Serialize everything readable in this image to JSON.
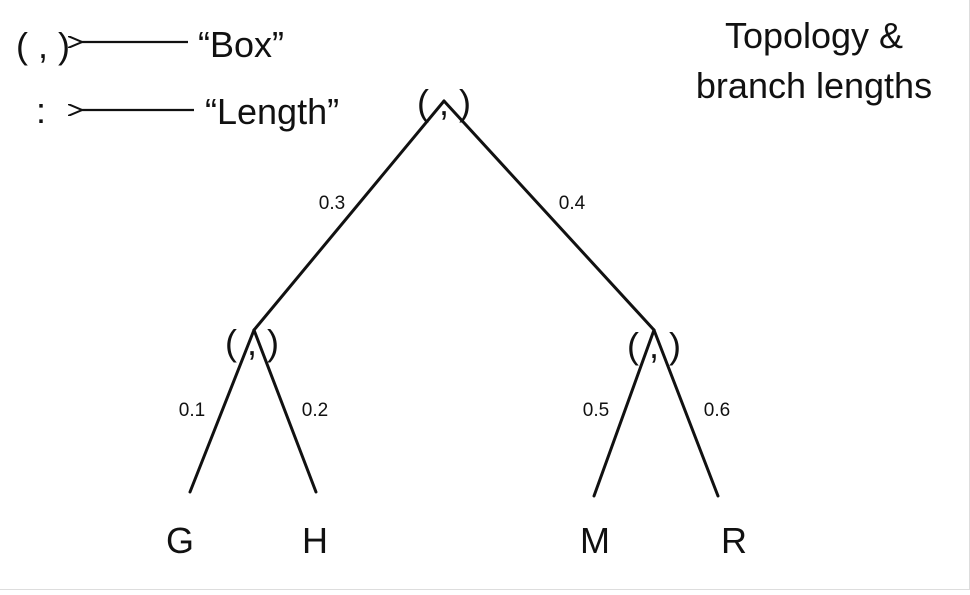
{
  "legend": {
    "items": [
      {
        "symbol": "( , )",
        "meaning": "“Box”"
      },
      {
        "symbol": ":",
        "meaning": "“Length”"
      }
    ]
  },
  "title": {
    "line1": "Topology &",
    "line2": "branch lengths"
  },
  "tree": {
    "node_symbol": "( , )",
    "branches": [
      {
        "id": "root-left",
        "label": "0.3"
      },
      {
        "id": "root-right",
        "label": "0.4"
      },
      {
        "id": "left-g",
        "label": "0.1"
      },
      {
        "id": "left-h",
        "label": "0.2"
      },
      {
        "id": "right-m",
        "label": "0.5"
      },
      {
        "id": "right-r",
        "label": "0.6"
      }
    ],
    "leaves": [
      "G",
      "H",
      "M",
      "R"
    ]
  },
  "colors": {
    "ink": "#111111",
    "background": "#ffffff"
  }
}
